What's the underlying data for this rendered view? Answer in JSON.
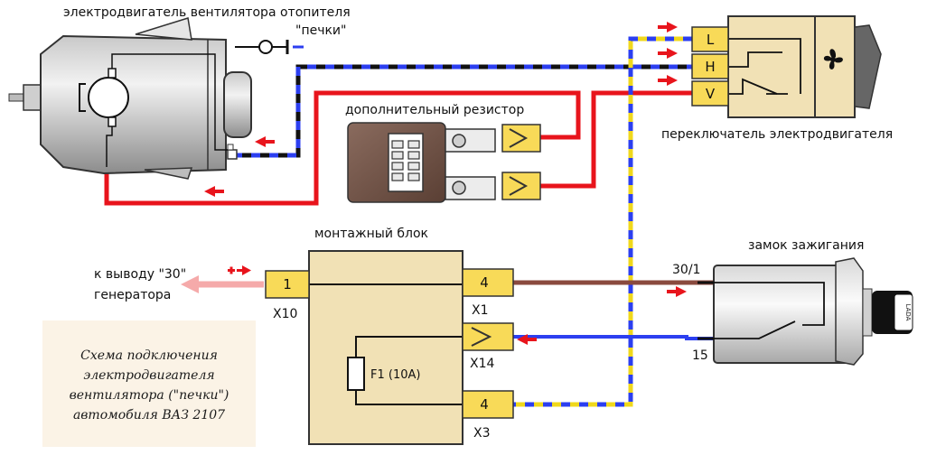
{
  "labels": {
    "motor_title_line1": "электродвигатель вентилятора отопителя",
    "motor_title_line2": "\"печки\"",
    "resistor_title": "дополнительный резистор",
    "switch_title": "переключатель электродвигателя",
    "block_title": "монтажный блок",
    "ignition_title": "замок зажигания",
    "generator_line1": "к выводу \"30\"",
    "generator_line2": "генератора",
    "fuse_label": "F1 (10A)",
    "ignition_pin_top": "30/1",
    "ignition_pin_bottom": "15",
    "key_brand": "LADA"
  },
  "switch_pins": [
    "L",
    "H",
    "V"
  ],
  "connectors": {
    "x10": {
      "pin": "1",
      "name": "X10"
    },
    "x1": {
      "pin": "4",
      "name": "X1"
    },
    "x14": {
      "name": "X14"
    },
    "x3": {
      "pin": "4",
      "name": "X3"
    }
  },
  "caption": {
    "line1": "Схема подключения",
    "line2": "электродвигателя",
    "line3": "вентилятора (\"печки\")",
    "line4": "автомобиля ВАЗ 2107"
  },
  "colors": {
    "wire_red": "#e8141c",
    "wire_black": "#111111",
    "wire_blue": "#2c3ff0",
    "wire_yellow": "#f0d81c",
    "wire_brown": "#8a4a3e",
    "wire_pink": "#f5aaaa",
    "connector_fill": "#f8da58",
    "switch_fill": "#f1e1b5",
    "block_fill": "#f1e1b5",
    "caption_bg": "#fbf3e6"
  }
}
